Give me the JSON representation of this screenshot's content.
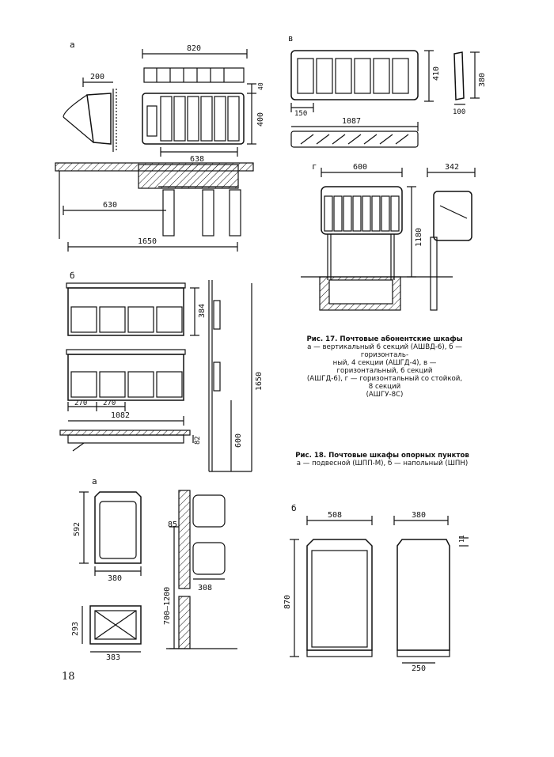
{
  "labels": {
    "fig17a": "а",
    "fig17b": "б",
    "fig17v": "в",
    "fig17g": "г",
    "fig18a": "а",
    "fig18b": "б"
  },
  "dims17a": {
    "width_total": "820",
    "depth": "200",
    "h_small": "40",
    "height": "400",
    "inner_width": "638",
    "mount_h": "630",
    "floor_h": "1650"
  },
  "dims17b": {
    "height": "384",
    "cell1": "270",
    "cell2": "270",
    "total": "1082",
    "depth": "82",
    "mount_h": "600",
    "floor_h": "1650"
  },
  "dims17v": {
    "height": "410",
    "left_w": "150",
    "total": "1087",
    "side_h": "380",
    "side_w": "100"
  },
  "dims17g": {
    "width": "600",
    "depth": "342",
    "height": "1180"
  },
  "dims18a": {
    "height": "592",
    "width": "380",
    "depth": "293",
    "width2": "383",
    "gap": "85",
    "side_w": "308",
    "mount_range": "700—1200"
  },
  "dims18b": {
    "width": "508",
    "side_width": "380",
    "top": "11",
    "height": "870",
    "base": "250"
  },
  "caption17": {
    "title": "Рис. 17. Почтовые абонентские шкафы",
    "line1": "а — вертикальный 6 секций (АШВД-6), б — горизонталь-",
    "line2": "ный, 4 секции (АШГД-4), в — горизонтальный, 6 секций",
    "line3": "(АШГД-6), г — горизонтальный со стойкой, 8 секций",
    "line4": "(АШГУ-8С)"
  },
  "caption18": {
    "title": "Рис. 18. Почтовые шкафы опорных пунктов",
    "line1": "а — подвесной (ШПП-М), б — напольный (ШПН)"
  },
  "page_number": "18"
}
